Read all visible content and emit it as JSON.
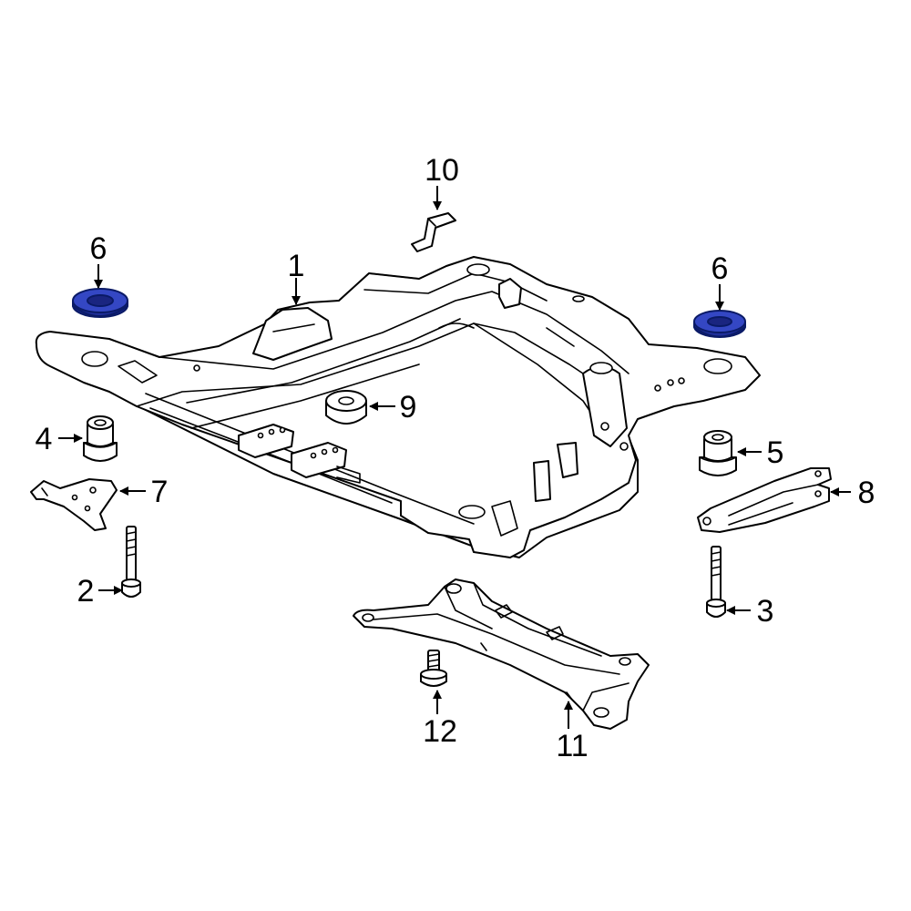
{
  "callouts": {
    "frame": "1",
    "bolt_left": "2",
    "bolt_right": "3",
    "bushing_left": "4",
    "bushing_right": "5",
    "insulator_left": "6",
    "insulator_right": "6",
    "plate_left": "7",
    "plate_right": "8",
    "mount_bushing": "9",
    "bracket": "10",
    "crossmember": "11",
    "stud_bolt": "12"
  },
  "colors": {
    "highlight_fill": "#2b3db5",
    "highlight_stroke": "#0a1a66",
    "line": "#000000",
    "background": "#ffffff"
  }
}
